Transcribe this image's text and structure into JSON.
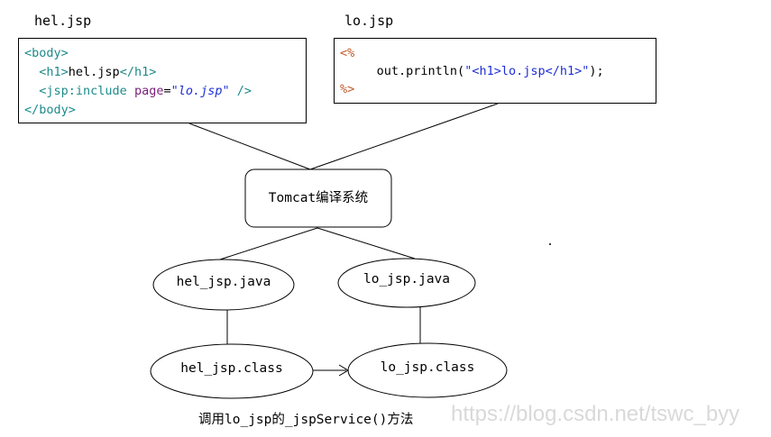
{
  "files": {
    "hel": {
      "filename": "hel.jsp",
      "code": {
        "body_open": "<body>",
        "h1_open": "<h1>",
        "h1_text": "hel.jsp",
        "h1_close": "</h1>",
        "include_tag": "<jsp:include",
        "include_attr": "page",
        "include_eq": "=",
        "include_value": "\"lo.jsp\"",
        "include_end": " />",
        "body_close": "</body>"
      }
    },
    "lo": {
      "filename": "lo.jsp",
      "code": {
        "scriptlet_open": "<%",
        "println_prefix": "out.println(",
        "println_string": "\"<h1>lo.jsp</h1>\"",
        "println_suffix": ");",
        "scriptlet_close": "%>"
      }
    }
  },
  "compiler": {
    "label": "Tomcat编译系统"
  },
  "nodes": {
    "hel_java": "hel_jsp.java",
    "lo_java": "lo_jsp.java",
    "hel_class": "hel_jsp.class",
    "lo_class": "lo_jsp.class"
  },
  "caption": "调用lo_jsp的_jspService()方法",
  "watermark": "https://blog.csdn.net/tswc_byy"
}
